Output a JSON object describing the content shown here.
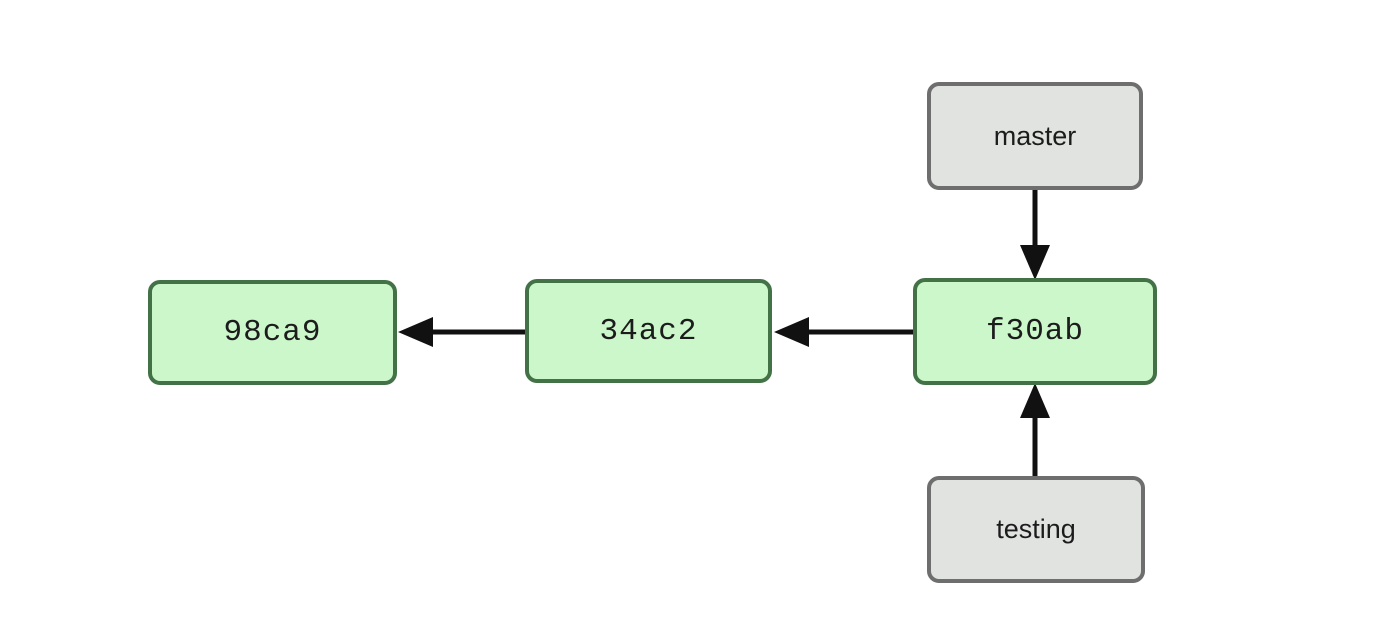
{
  "diagram": {
    "kind": "git-commit-branch-graph",
    "commits": [
      {
        "id": "98ca9"
      },
      {
        "id": "34ac2"
      },
      {
        "id": "f30ab"
      }
    ],
    "branches": [
      {
        "name": "master",
        "points_to": "f30ab"
      },
      {
        "name": "testing",
        "points_to": "f30ab"
      }
    ],
    "edges": [
      {
        "from": "34ac2",
        "to": "98ca9",
        "direction": "left"
      },
      {
        "from": "f30ab",
        "to": "34ac2",
        "direction": "left"
      },
      {
        "from": "master",
        "to": "f30ab",
        "direction": "down"
      },
      {
        "from": "testing",
        "to": "f30ab",
        "direction": "up"
      }
    ],
    "colors": {
      "commit_fill": "#ccf7cb",
      "commit_border": "#447247",
      "branch_fill": "#e0e3e0",
      "branch_border": "#6e6e6e",
      "arrow": "#111111",
      "text": "#1c1c1c",
      "background": "#ffffff"
    }
  }
}
